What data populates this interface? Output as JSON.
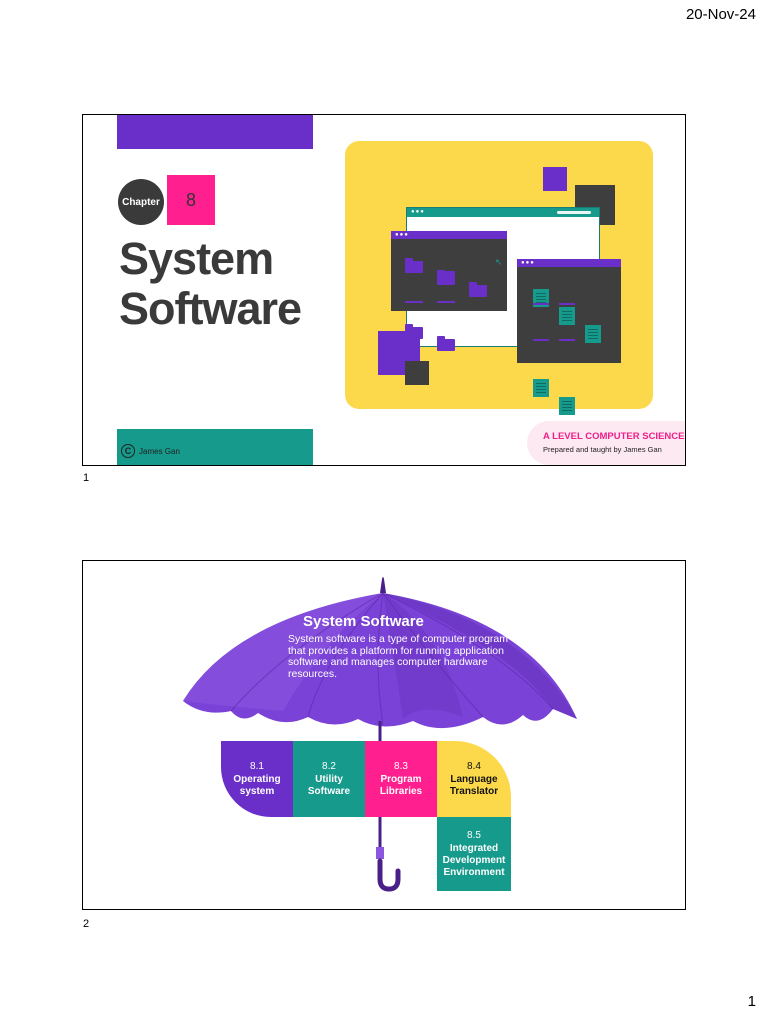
{
  "header": {
    "date": "20-Nov-24"
  },
  "footer": {
    "page_number": "1"
  },
  "slides": [
    {
      "number": "1",
      "chapter_label": "Chapter",
      "chapter_number": "8",
      "title_line1": "System",
      "title_line2": "Software",
      "copyright_symbol": "C",
      "author": "James Gan",
      "course": "A LEVEL COMPUTER SCIENCE",
      "prepared_by": "Prepared and taught by James Gan"
    },
    {
      "number": "2",
      "title": "System Software",
      "description": "System software is a type of computer program that provides a platform for running application software and manages computer hardware resources.",
      "items": [
        {
          "num": "8.1",
          "label": "Operating system",
          "color": "#6a2fc9"
        },
        {
          "num": "8.2",
          "label": "Utility Software",
          "color": "#159a8c"
        },
        {
          "num": "8.3",
          "label": "Program Libraries",
          "color": "#ff1f8e"
        },
        {
          "num": "8.4",
          "label": "Language Translator",
          "color": "#fcd94b"
        },
        {
          "num": "8.5",
          "label": "Integrated Development Environment",
          "color": "#159a8c"
        }
      ]
    }
  ],
  "colors": {
    "purple": "#6a2fc9",
    "teal": "#159a8c",
    "pink": "#ff1f8e",
    "yellow": "#fcd94b",
    "charcoal": "#3a3a3a"
  }
}
